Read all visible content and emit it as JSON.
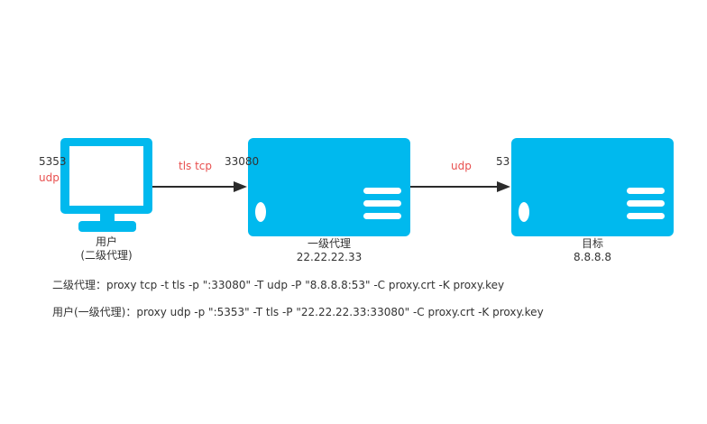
{
  "nodes": {
    "user": {
      "port": "5353",
      "protocol": "udp",
      "label_line1": "用户",
      "label_line2": "(二级代理)"
    },
    "proxy1": {
      "port": "33080",
      "label_line1": "一级代理",
      "label_line2": "22.22.22.33"
    },
    "target": {
      "port": "53",
      "label_line1": "目标",
      "label_line2": "8.8.8.8"
    }
  },
  "edges": {
    "user_to_proxy1": {
      "protocol": "tls tcp"
    },
    "proxy1_to_target": {
      "protocol": "udp"
    }
  },
  "commands": {
    "line1": "二级代理：proxy tcp -t tls -p \":33080\" -T udp -P \"8.8.8.8:53\" -C proxy.crt -K proxy.key",
    "line2": "用户(一级代理)：proxy udp -p \":5353\" -T tls -P \"22.22.22.33:33080\" -C proxy.crt -K proxy.key"
  },
  "colors": {
    "device": "#00b9ee",
    "arrow": "#2b2b2b",
    "protocol_text": "#e8504f"
  }
}
